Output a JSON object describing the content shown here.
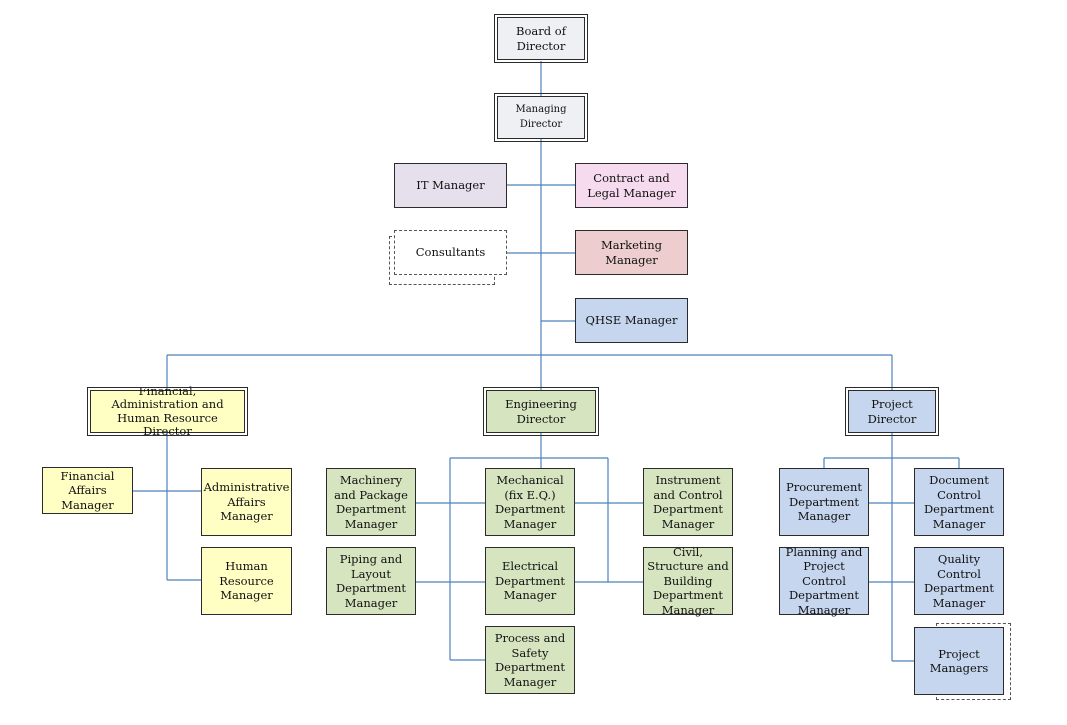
{
  "chart": {
    "nodes": {
      "board": "Board of Director",
      "md": "Managing Director",
      "it": "IT Manager",
      "contract": "Contract and Legal Manager",
      "consultants": "Consultants",
      "marketing": "Marketing Manager",
      "qhse": "QHSE Manager",
      "fin_dir": "Financial, Administration and Human Resource Director",
      "eng_dir": "Engineering Director",
      "proj_dir": "Project Director",
      "fin_affairs": "Financial Affairs Manager",
      "admin": "Administrative Affairs Manager",
      "hr": "Human Resource Manager",
      "machinery": "Machinery and Package Department Manager",
      "mechanical": "Mechanical (fix E.Q.) Department Manager",
      "instrument": "Instrument and Control Department Manager",
      "piping": "Piping and Layout Department Manager",
      "electrical": "Electrical Department Manager",
      "civil": "Civil, Structure and Building Department Manager",
      "process": "Process and Safety Department Manager",
      "procurement": "Procurement Department Manager",
      "document": "Document Control Department Manager",
      "planning": "Planning and Project Control Department Manager",
      "quality": "Quality Control Department Manager",
      "proj_mgrs": "Project Managers"
    },
    "colors": {
      "connector": "#4f81bd",
      "border": "#2b2b2b"
    }
  }
}
